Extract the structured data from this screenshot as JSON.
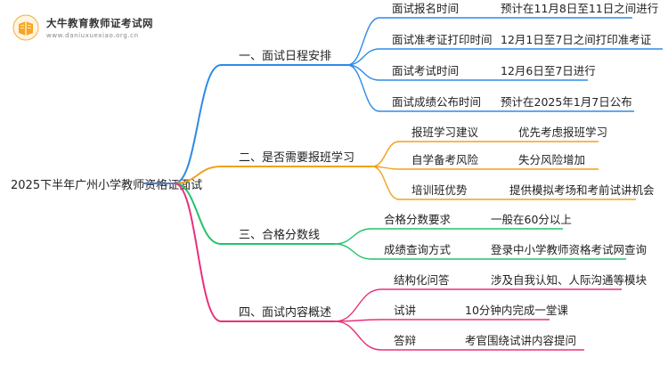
{
  "logo": {
    "title": "大牛教育教师证考试网",
    "url": "www.daniuxuexiao.org.cn"
  },
  "colors": {
    "branch_1": "#2e8be6",
    "branch_2": "#f0a21a",
    "branch_3": "#23c26b",
    "branch_4": "#e8307a",
    "root_line": "#4f7fd6"
  },
  "root": "2025下半年广州小学教师资格证面试",
  "branches": [
    {
      "label": "一、面试日程安排",
      "color_key": "branch_1",
      "items": [
        {
          "key": "面试报名时间",
          "value": "预计在11月8日至11日之间进行"
        },
        {
          "key": "面试准考证打印时间",
          "value": "12月1日至7日之间打印准考证"
        },
        {
          "key": "面试考试时间",
          "value": "12月6日至7日进行"
        },
        {
          "key": "面试成绩公布时间",
          "value": "预计在2025年1月7日公布"
        }
      ]
    },
    {
      "label": "二、是否需要报班学习",
      "color_key": "branch_2",
      "items": [
        {
          "key": "报班学习建议",
          "value": "优先考虑报班学习"
        },
        {
          "key": "自学备考风险",
          "value": "失分风险增加"
        },
        {
          "key": "培训班优势",
          "value": "提供模拟考场和考前试讲机会"
        }
      ]
    },
    {
      "label": "三、合格分数线",
      "color_key": "branch_3",
      "items": [
        {
          "key": "合格分数要求",
          "value": "一般在60分以上"
        },
        {
          "key": "成绩查询方式",
          "value": "登录中小学教师资格考试网查询"
        }
      ]
    },
    {
      "label": "四、面试内容概述",
      "color_key": "branch_4",
      "items": [
        {
          "key": "结构化问答",
          "value": "涉及自我认知、人际沟通等模块"
        },
        {
          "key": "试讲",
          "value": "10分钟内完成一堂课"
        },
        {
          "key": "答辩",
          "value": "考官围绕试讲内容提问"
        }
      ]
    }
  ]
}
